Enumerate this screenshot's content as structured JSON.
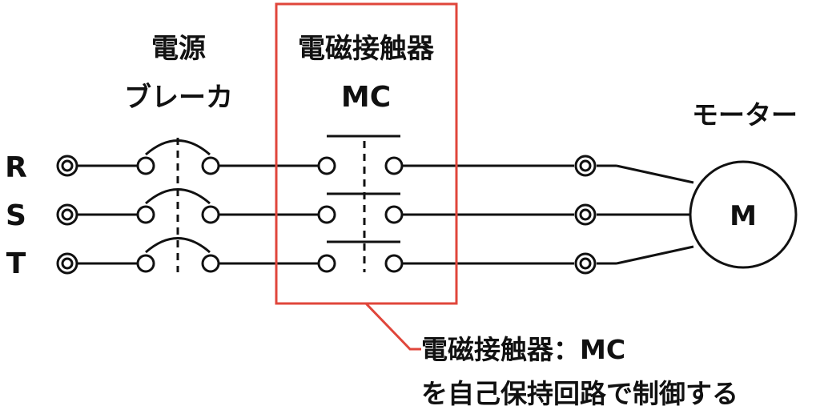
{
  "labels": {
    "breaker_line1": "電源",
    "breaker_line2": "ブレーカ",
    "mc_line1": "電磁接触器",
    "mc_line2": "MC",
    "motor_title": "モーター",
    "motor_symbol": "M",
    "phase_r": "R",
    "phase_s": "S",
    "phase_t": "T",
    "note_line1": "電磁接触器：MC",
    "note_line2": "を自己保持回路で制御する"
  },
  "colors": {
    "highlight": "#e0463b",
    "ink": "#111111"
  }
}
